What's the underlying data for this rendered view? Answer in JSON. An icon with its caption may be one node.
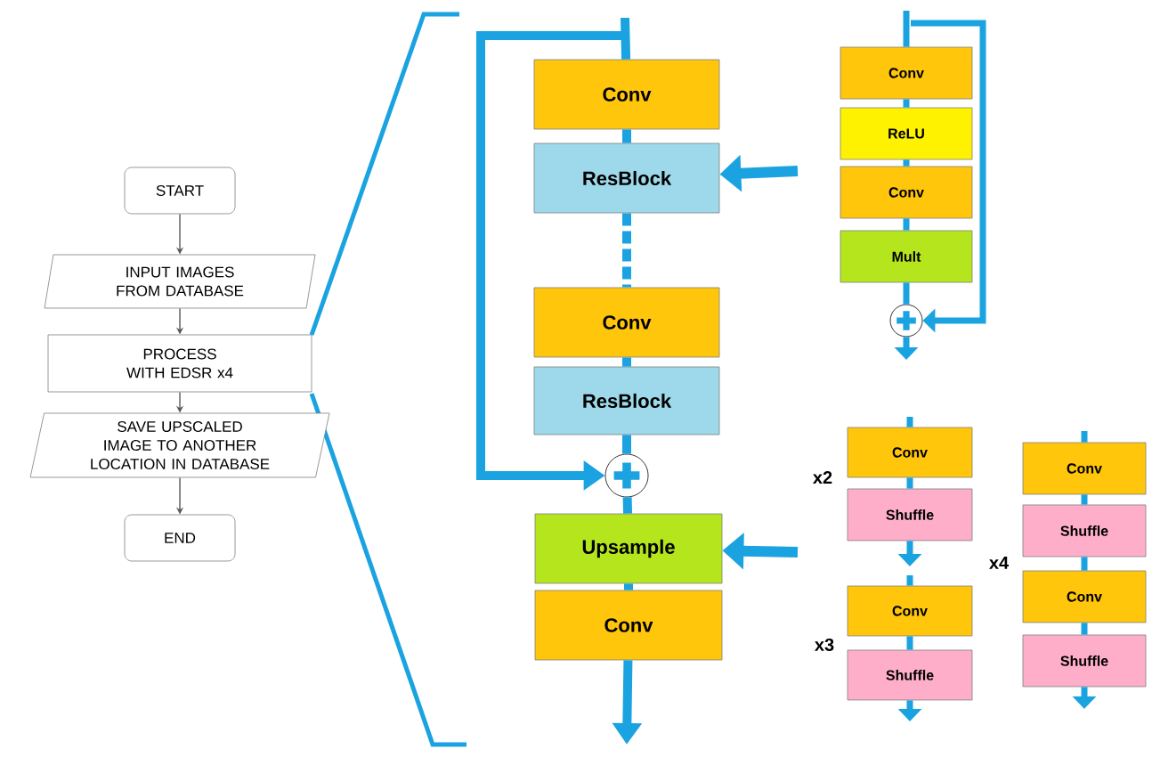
{
  "diagram": {
    "nodes": [
      {
        "text": [
          "START"
        ]
      },
      {
        "text": [
          "INPUT IMAGES FROM DATABASE"
        ]
      },
      {
        "text": [
          "PROCESS WITH EDSR x4"
        ]
      },
      {
        "text": [
          "SAVE UPSCALED IMAGE TO ANOTHER LOCATION IN DATABASE"
        ]
      },
      {
        "text": [
          "END"
        ]
      },
      {
        "text": [
          "Conv"
        ]
      },
      {
        "text": [
          "ResBlock"
        ]
      },
      {
        "text": [
          "Conv"
        ]
      },
      {
        "text": [
          "ResBlock"
        ]
      },
      {
        "text": [],
        "shape": "circle"
      },
      {
        "text": [
          "Upsample"
        ]
      },
      {
        "text": [
          "Conv"
        ]
      },
      {
        "text": [
          "Conv"
        ]
      },
      {
        "text": [
          "ReLU"
        ]
      },
      {
        "text": [
          "Conv"
        ]
      },
      {
        "text": [
          "Mult"
        ]
      },
      {
        "text": [],
        "shape": "circle"
      },
      {
        "text": [
          "Conv"
        ]
      },
      {
        "text": [
          "Shuffle"
        ]
      },
      {
        "text": [
          "Conv"
        ]
      },
      {
        "text": [
          "Shuffle"
        ]
      },
      {
        "text": [
          "Conv"
        ]
      },
      {
        "text": [
          "Shuffle"
        ]
      },
      {
        "text": [
          "Conv"
        ]
      },
      {
        "text": [
          "Shuffle"
        ]
      }
    ],
    "edges": [
      {
        "from": 0,
        "to": 1,
        "arrow": "to",
        "color": "#595959"
      },
      {
        "from": 1,
        "to": 2,
        "arrow": "to",
        "color": "#595959"
      },
      {
        "from": 2,
        "to": 3,
        "arrow": "to",
        "color": "#595959"
      },
      {
        "from": 3,
        "to": 4,
        "arrow": "to",
        "color": "#595959"
      },
      {
        "from": null,
        "to": 5,
        "arrow": "none"
      },
      {
        "from": 5,
        "to": 6,
        "arrow": "none"
      },
      {
        "from": 6,
        "to": 7,
        "arrow": "none",
        "style": "dashed"
      },
      {
        "from": 7,
        "to": 8,
        "arrow": "none"
      },
      {
        "from": 8,
        "to": 9,
        "arrow": "none"
      },
      {
        "from": 9,
        "to": 10,
        "arrow": "none"
      },
      {
        "from": 10,
        "to": 11,
        "arrow": "none"
      },
      {
        "from": 11,
        "to": null,
        "arrow": "to"
      },
      {
        "from": null,
        "to": 9,
        "arrow": "to"
      },
      {
        "from": null,
        "to": 6,
        "arrow": "to"
      },
      {
        "from": null,
        "to": 10,
        "arrow": "to"
      },
      {
        "from": null,
        "to": 12,
        "arrow": "none"
      },
      {
        "from": 12,
        "to": 13,
        "arrow": "none"
      },
      {
        "from": 13,
        "to": 14,
        "arrow": "none"
      },
      {
        "from": 14,
        "to": 15,
        "arrow": "none"
      },
      {
        "from": 15,
        "to": 16,
        "arrow": "none"
      },
      {
        "from": 16,
        "to": null,
        "arrow": "to"
      },
      {
        "from": null,
        "to": 16,
        "arrow": "to"
      },
      {
        "from": null,
        "to": 17,
        "arrow": "none"
      },
      {
        "from": 17,
        "to": 18,
        "arrow": "none"
      },
      {
        "from": 18,
        "to": null,
        "arrow": "to"
      },
      {
        "from": null,
        "to": 19,
        "arrow": "none"
      },
      {
        "from": 19,
        "to": 20,
        "arrow": "none"
      },
      {
        "from": 20,
        "to": null,
        "arrow": "to"
      },
      {
        "from": null,
        "to": 21,
        "arrow": "none"
      },
      {
        "from": 21,
        "to": 22,
        "arrow": "none"
      },
      {
        "from": 22,
        "to": 23,
        "arrow": "none"
      },
      {
        "from": 23,
        "to": 24,
        "arrow": "none"
      },
      {
        "from": 24,
        "to": null,
        "arrow": "to"
      }
    ],
    "labels": [
      "x2",
      "x4",
      "x3"
    ]
  }
}
